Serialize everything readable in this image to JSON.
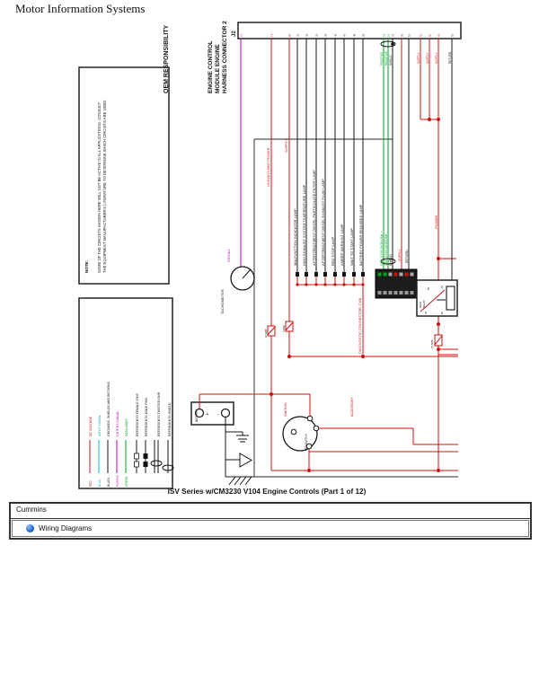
{
  "header": {
    "app_title": "Motor Information Systems"
  },
  "diagram": {
    "caption": "ISV Series w/CM3230 V104 Engine Controls (Part 1 of 12)",
    "oem_label": "OEM RESPONSIBILITY",
    "ecm_label": [
      "ENGINE CONTROL",
      "MODULE ENGINE",
      "HARNESS CONNECTOR 2"
    ],
    "connector_ref": "J2",
    "note": {
      "title": "NOTE:",
      "lines": [
        "SOME OF THE CIRCUITS SHOWN HERE WILL NOT BE ACTIVE IN ALL APPLICATIONS. CONSULT",
        "THE EQUIPMENT MANUFACTURER'S LITERATURE TO DETERMINE WHICH CIRCUITS ARE USED."
      ]
    },
    "legend": {
      "colors": [
        {
          "name": "RED",
          "desc": "DC VOLTAGE",
          "hex": "#cc1111"
        },
        {
          "name": "BLUE",
          "desc": "INPUT SIGNAL",
          "hex": "#00b8c8"
        },
        {
          "name": "BLACK",
          "desc": "GROUNDS, SHIELDS AND RETURNS",
          "hex": "#141414"
        },
        {
          "name": "PURPLE",
          "desc": "OUTPUT SIGNAL",
          "hex": "#bb00bb"
        },
        {
          "name": "GREEN",
          "desc": "DATA LINES",
          "hex": "#00a020"
        }
      ],
      "symbols": [
        "REPRESENTS FEMALE PINS",
        "REPRESENTS MALE PINS",
        "REPRESENTS TWISTED PAIR",
        "REPRESENTS SHIELD"
      ]
    },
    "pin_codes": [
      "21",
      "14",
      "05",
      "31",
      "32",
      "33",
      "34",
      "46",
      "47",
      "48",
      "29",
      "18",
      "19",
      "37",
      "08",
      "10",
      "01",
      "02",
      "03",
      "51"
    ],
    "wires": {
      "signal": "SIGNAL",
      "unswitched_power": "UNSWITCHED POWER",
      "supply": "SUPPLY",
      "return": "RETURN",
      "power": "POWER",
      "positive": "POSITIVE",
      "negative": "NEGATIVE",
      "shield": "SHIELD",
      "datalink_plus": "SAE J1939 DATA LINK +",
      "datalink_minus": "SAE J1939 DATA LINK -",
      "ignition": "IGNITION",
      "accessory": "ACCESSORY"
    },
    "lamps": [
      "MALFUNCTION INDICATOR LAMP",
      "HIGH EXHAUST SYSTEM TEMPERATURE LAMP",
      "AFTERTREATMENT DIESEL PARTICULATE FILTER LAMP",
      "AFTERTREATMENT DIESEL EXHAUST FLUID LAMP",
      "RED STOP LAMP",
      "AMBER WARNING LAMP",
      "WAIT TO START LAMP",
      "BATTERY POWER REQUIRED LAMP"
    ],
    "components": {
      "tachometer": "TACHOMETER",
      "battery": "BATTERY",
      "battery_plus": "+",
      "battery_minus": "-",
      "keyswitch": "KEYSWITCH",
      "main_relay": [
        "MAIN",
        "RELAY"
      ],
      "relay_pins": [
        "85",
        "87",
        "30",
        "86"
      ],
      "diagnostic_connector": "DIAGNOSTIC CONNECTOR, CAB",
      "fuse_unswitched": "10 AMP",
      "fuse_supply": "5 AMP",
      "fuse_relay": "15 AMP"
    }
  },
  "footer": {
    "group": "Cummins",
    "item": "Wiring Diagrams"
  },
  "colors": {
    "wire_red": "#cc1111",
    "wire_purple": "#bb00bb",
    "wire_green": "#00a020",
    "wire_black": "#141414",
    "legend_blue": "#00b8c8",
    "frame_gray": "#555555",
    "icon_blue": "#2a6bd4"
  }
}
